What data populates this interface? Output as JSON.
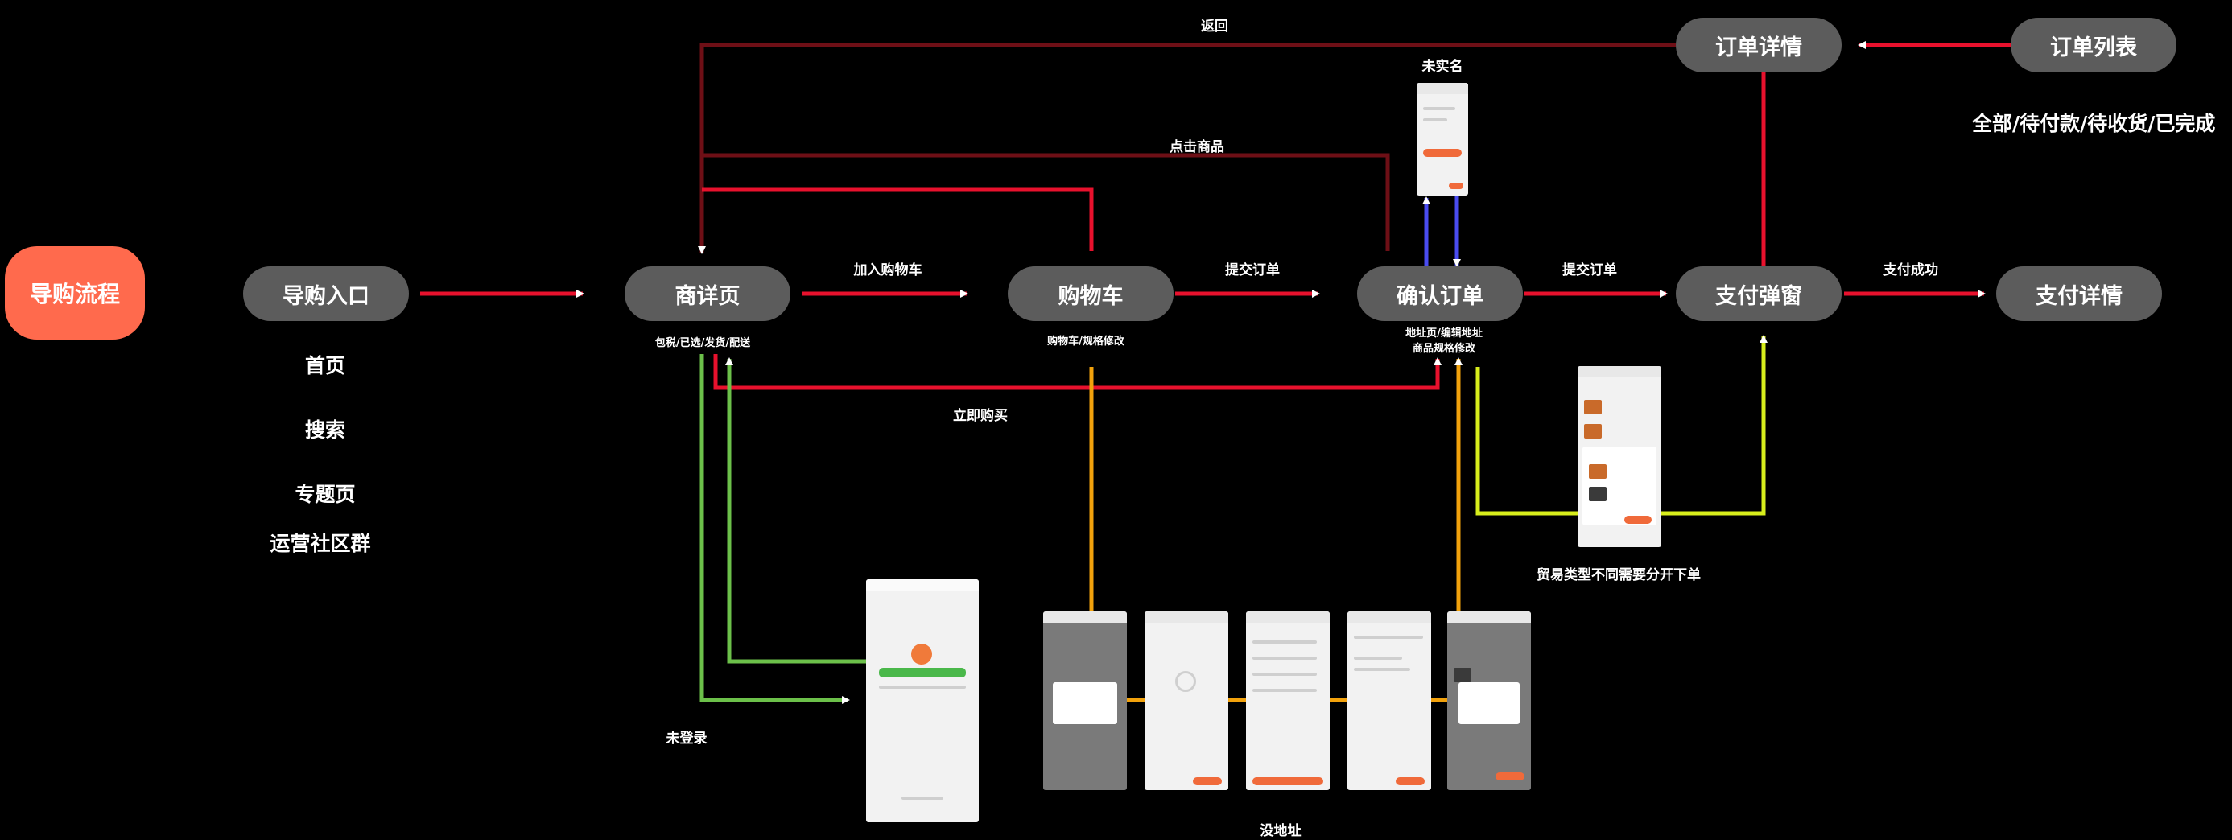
{
  "title": "导购流程",
  "nodes": {
    "entry": "导购入口",
    "detail": "商详页",
    "cart": "购物车",
    "confirm": "确认订单",
    "pay_popup": "支付弹窗",
    "pay_detail": "支付详情",
    "order_detail": "订单详情",
    "order_list": "订单列表"
  },
  "entry_items": [
    "首页",
    "搜索",
    "专题页",
    "运营社区群"
  ],
  "labels": {
    "back": "返回",
    "no_realname": "未实名",
    "click_product": "点击商品",
    "order_tabs": "全部/待付款/待收货/已完成",
    "add_cart": "加入购物车",
    "submit_order_1": "提交订单",
    "submit_order_2": "提交订单",
    "pay_success": "支付成功",
    "detail_sub": "包税/已选/发货/配送",
    "cart_sub": "购物车/规格修改",
    "confirm_sub_1": "地址页/编辑地址",
    "confirm_sub_2": "商品规格修改",
    "buy_now": "立即购买",
    "trade_type": "贸易类型不同需要分开下单",
    "not_logged_in": "未登录",
    "no_address": "没地址"
  },
  "colors": {
    "main_flow": "#e8112d",
    "return_path": "#6e0f16",
    "login": "#6cc04a",
    "address": "#f2a20c",
    "realname": "#4a4cf0",
    "trade": "#d8ee1c",
    "node_bg": "#5c5c5c",
    "title_bg": "#ff6a4d"
  }
}
